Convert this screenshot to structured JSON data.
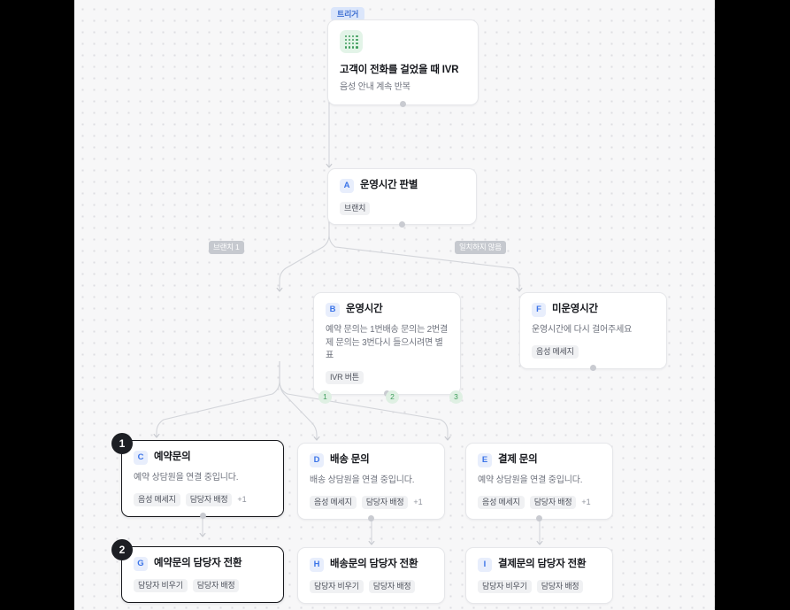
{
  "canvas": {
    "background_color": "#f7f7f8",
    "dot_color": "#dedee2",
    "accent_blue": "#3b74e8",
    "accent_green": "#3f9d5c",
    "selected_border": "#17181c"
  },
  "group_label": "트리거",
  "nodes": {
    "trigger": {
      "icon": "grid-dots-icon",
      "title": "고객이 전화를 걸었을 때 IVR",
      "desc": "음성 안내 계속 반복"
    },
    "a": {
      "letter": "A",
      "title": "운영시간 판별",
      "tags": [
        "브랜치"
      ]
    },
    "b": {
      "letter": "B",
      "title": "운영시간",
      "desc": "예약 문의는 1번배송 문의는 2번결제 문의는 3번다시 들으시려면 별표",
      "tags": [
        "IVR 버튼"
      ]
    },
    "f": {
      "letter": "F",
      "title": "미운영시간",
      "desc": "운영시간에 다시 걸어주세요",
      "tags": [
        "음성 메세지"
      ]
    },
    "c": {
      "letter": "C",
      "title": "예약문의",
      "desc": "예약 상담원을 연결 중입니다.",
      "tags": [
        "음성 메세지",
        "담당자 배정"
      ],
      "more": "+1",
      "order": "1",
      "selected": true
    },
    "d": {
      "letter": "D",
      "title": "배송 문의",
      "desc": "배송 상담원을 연결 중입니다.",
      "tags": [
        "음성 메세지",
        "담당자 배정"
      ],
      "more": "+1"
    },
    "e": {
      "letter": "E",
      "title": "결제 문의",
      "desc": "예약 상담원을 연결 중입니다.",
      "tags": [
        "음성 메세지",
        "담당자 배정"
      ],
      "more": "+1"
    },
    "g": {
      "letter": "G",
      "title": "예약문의 담당자 전환",
      "tags": [
        "담당자 비우기",
        "담당자 배정"
      ],
      "order": "2",
      "selected": true
    },
    "h": {
      "letter": "H",
      "title": "배송문의 담당자 전환",
      "tags": [
        "담당자 비우기",
        "담당자 배정"
      ]
    },
    "i": {
      "letter": "I",
      "title": "결제문의 담당자 전환",
      "tags": [
        "담당자 비우기",
        "담당자 배정"
      ]
    }
  },
  "edge_labels": {
    "branch1": "브랜치 1",
    "no_match": "일치하지 않음",
    "num1": "1",
    "num2": "2",
    "num3": "3"
  }
}
